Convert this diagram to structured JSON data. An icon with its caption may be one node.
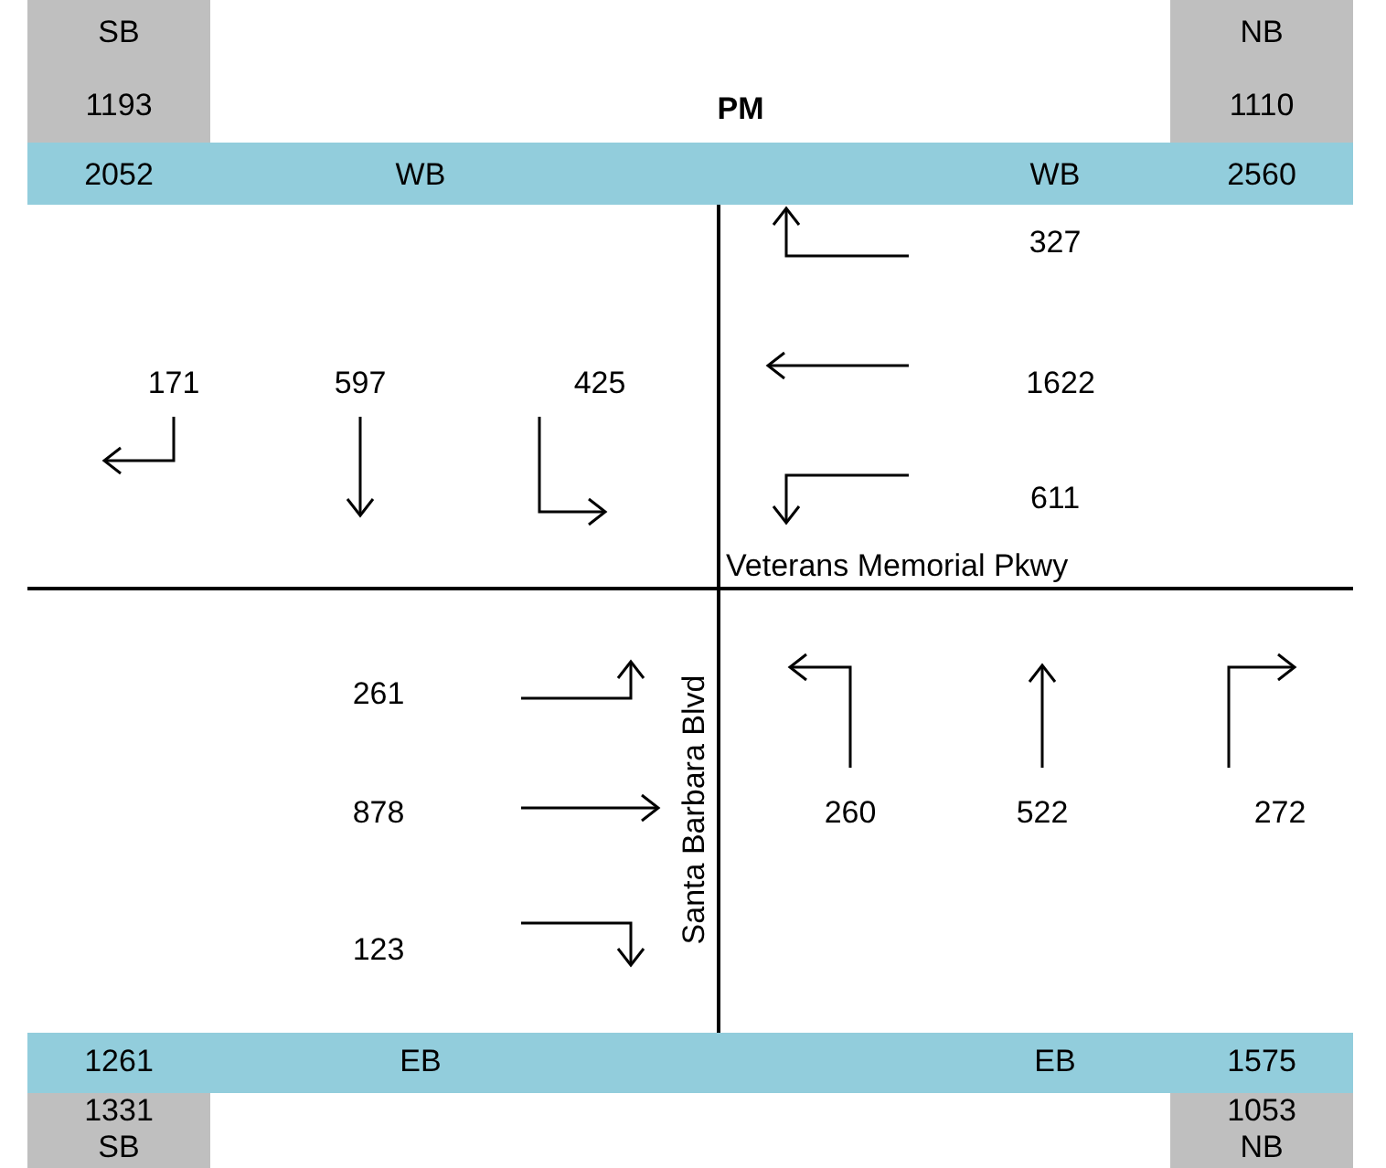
{
  "diagram": {
    "labels": [
      "SB",
      "NB",
      "1193",
      "PM",
      "1110",
      "2052",
      "WB",
      "WB",
      "2560",
      "327",
      "171",
      "597",
      "425",
      "1622",
      "611",
      "Veterans Memorial Pkwy",
      "Santa Barbara Blvd",
      "261",
      "878",
      "260",
      "522",
      "272",
      "123",
      "1261",
      "EB",
      "EB",
      "1575",
      "1331",
      "1053",
      "SB",
      "NB"
    ]
  }
}
